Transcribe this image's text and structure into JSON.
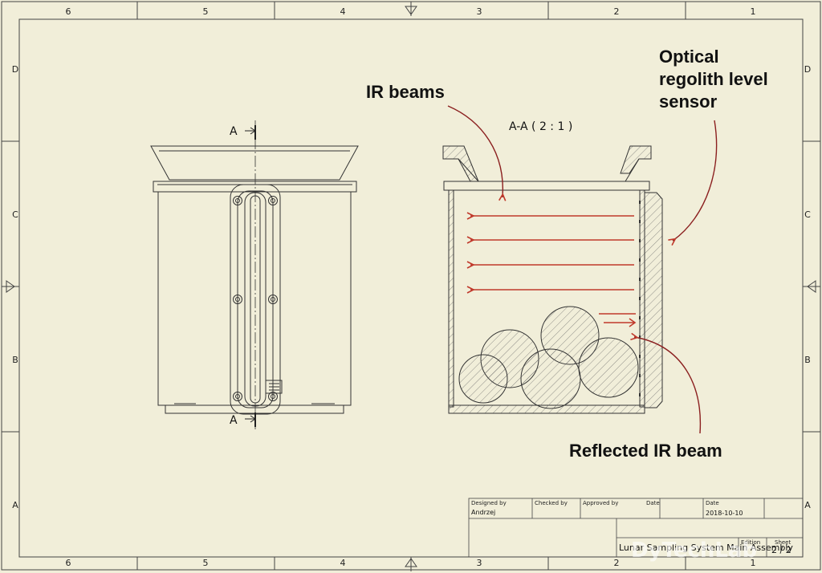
{
  "border": {
    "columns_top": [
      "6",
      "5",
      "4",
      "3",
      "2",
      "1"
    ],
    "columns_bottom": [
      "6",
      "5",
      "4",
      "3",
      "2",
      "1"
    ],
    "rows_left": [
      "D",
      "C",
      "B",
      "A"
    ],
    "rows_right": [
      "D",
      "C",
      "B",
      "A"
    ]
  },
  "front_view": {
    "section_mark_top": "A",
    "section_mark_bottom": "A"
  },
  "section_view": {
    "label": "A-A ( 2 : 1 )"
  },
  "callouts": {
    "ir_beams": "IR beams",
    "sensor_line1": "Optical",
    "sensor_line2": "regolith level",
    "sensor_line3": "sensor",
    "reflected": "Reflected IR beam"
  },
  "title_block": {
    "designed_by_label": "Designed by",
    "designed_by_value": "Andrzej",
    "checked_by_label": "Checked by",
    "approved_by_label": "Approved by",
    "date_label_1": "Date",
    "date_label_2": "Date",
    "date_value": "2018-10-10",
    "title": "Lunar Sampling System Main Assembly",
    "edition_label": "Edition",
    "sheet_label": "Sheet",
    "sheet_value": "2 / 2"
  },
  "watermark": "DyTechLab",
  "colors": {
    "paper": "#f1eed9",
    "line": "#333333",
    "annotation": "#c0392b"
  }
}
